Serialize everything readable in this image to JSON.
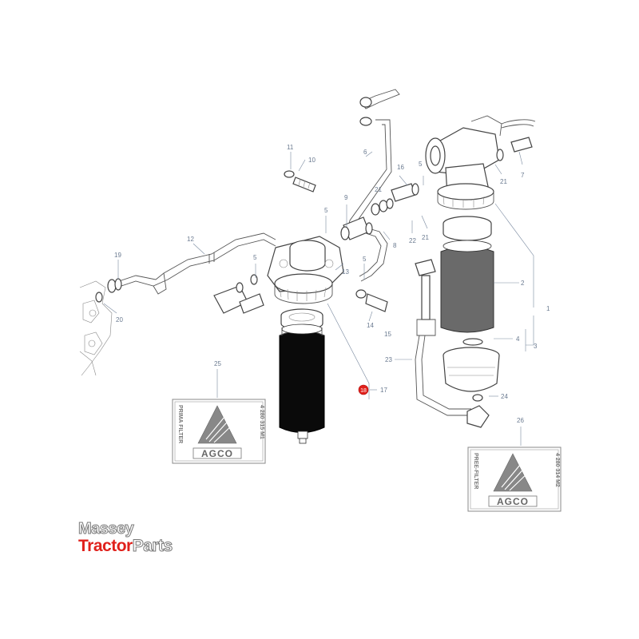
{
  "callouts": [
    {
      "id": "c1",
      "text": "1"
    },
    {
      "id": "c2",
      "text": "2"
    },
    {
      "id": "c3",
      "text": "3"
    },
    {
      "id": "c4",
      "text": "4"
    },
    {
      "id": "c5a",
      "text": "5"
    },
    {
      "id": "c5b",
      "text": "5"
    },
    {
      "id": "c5c",
      "text": "5"
    },
    {
      "id": "c5d",
      "text": "5"
    },
    {
      "id": "c6",
      "text": "6"
    },
    {
      "id": "c7",
      "text": "7"
    },
    {
      "id": "c8",
      "text": "8"
    },
    {
      "id": "c9",
      "text": "9"
    },
    {
      "id": "c10",
      "text": "10"
    },
    {
      "id": "c11",
      "text": "11"
    },
    {
      "id": "c12",
      "text": "12"
    },
    {
      "id": "c13",
      "text": "13"
    },
    {
      "id": "c14",
      "text": "14"
    },
    {
      "id": "c15",
      "text": "15"
    },
    {
      "id": "c16",
      "text": "16"
    },
    {
      "id": "c17",
      "text": "17"
    },
    {
      "id": "c18",
      "text": "18"
    },
    {
      "id": "c19",
      "text": "19"
    },
    {
      "id": "c20",
      "text": "20"
    },
    {
      "id": "c21a",
      "text": "21"
    },
    {
      "id": "c21b",
      "text": "21"
    },
    {
      "id": "c21c",
      "text": "21"
    },
    {
      "id": "c22",
      "text": "22"
    },
    {
      "id": "c23",
      "text": "23"
    },
    {
      "id": "c24",
      "text": "24"
    },
    {
      "id": "c25",
      "text": "25"
    },
    {
      "id": "c26",
      "text": "26"
    }
  ],
  "plate_left": {
    "line1": "PRIMA FILTER",
    "line2": "4 280 315 M1",
    "brand": "AGCO"
  },
  "plate_right": {
    "line1": "PREE-FILTER",
    "line2": "4 280 314 M2",
    "brand": "AGCO"
  },
  "highlight_color": "#e0201b",
  "logo": {
    "line1": "Massey",
    "line2_red": "Tractor",
    "line2_outline": "Parts"
  }
}
